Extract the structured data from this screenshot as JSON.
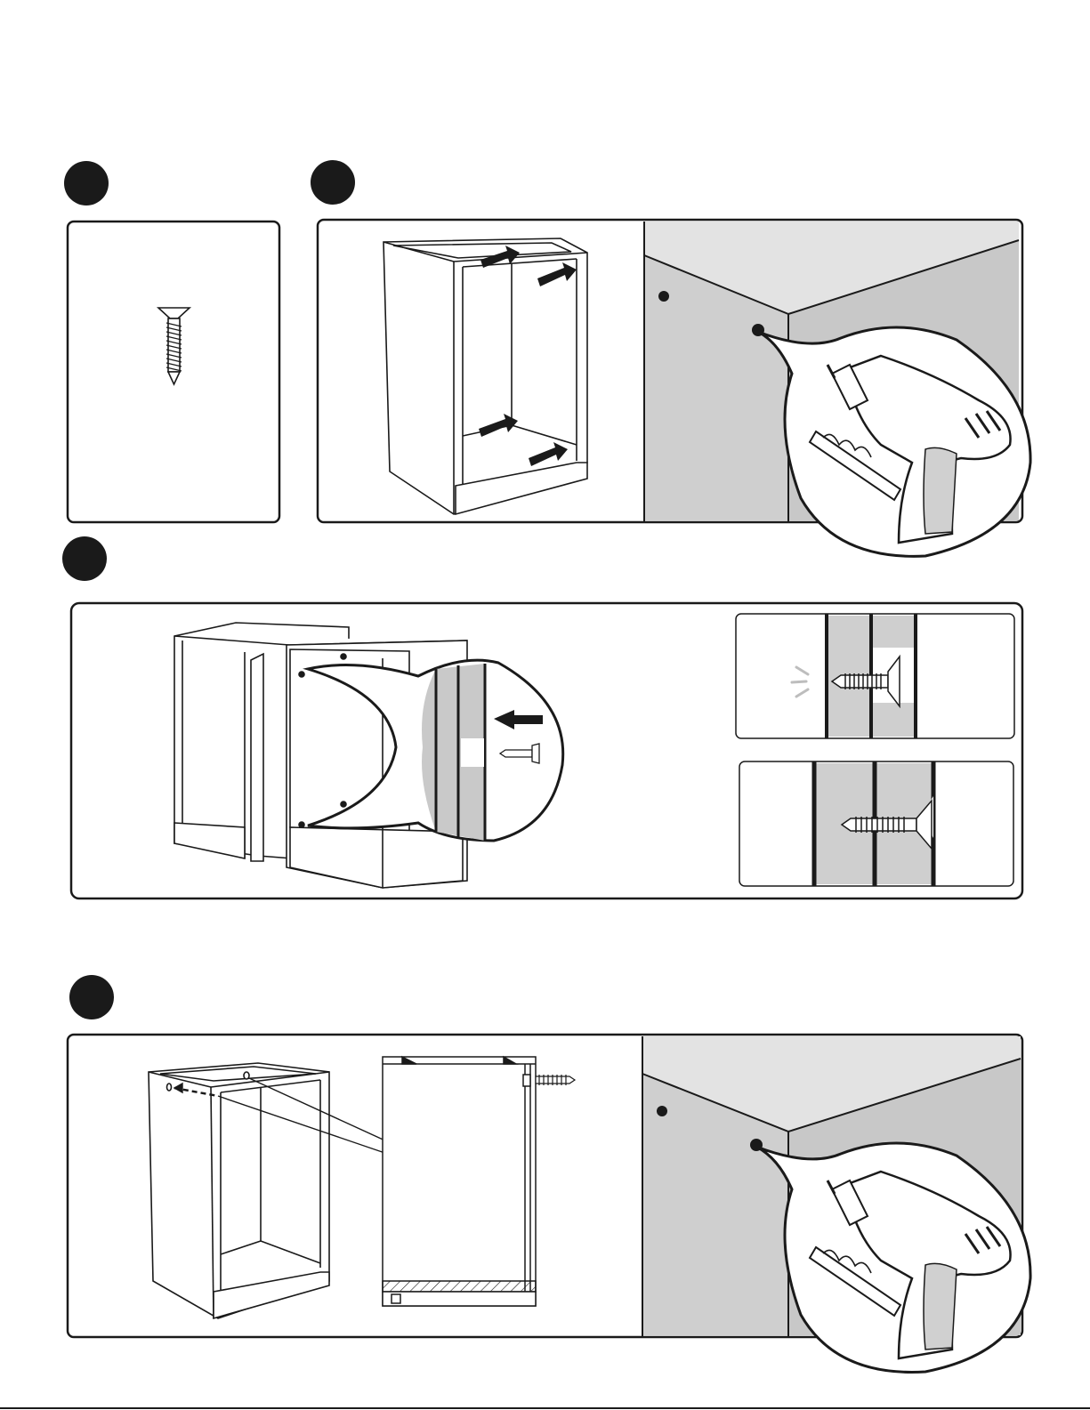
{
  "document": {
    "type": "assembly-instructions",
    "text_content": []
  },
  "steps": [
    {
      "id": "step-1",
      "label": ""
    },
    {
      "id": "step-2",
      "label": ""
    },
    {
      "id": "step-3",
      "label": ""
    },
    {
      "id": "step-4",
      "label": ""
    }
  ],
  "icons": {
    "screw": "screw-icon",
    "drill": "drill-icon",
    "arrow": "arrow-icon",
    "cabinet": "cabinet-icon"
  },
  "colors": {
    "ink": "#1a1a1a",
    "wall_light": "#e3e3e3",
    "wall_mid": "#cfcfcf",
    "wall_dark": "#c4c4c4",
    "paper": "#ffffff"
  }
}
